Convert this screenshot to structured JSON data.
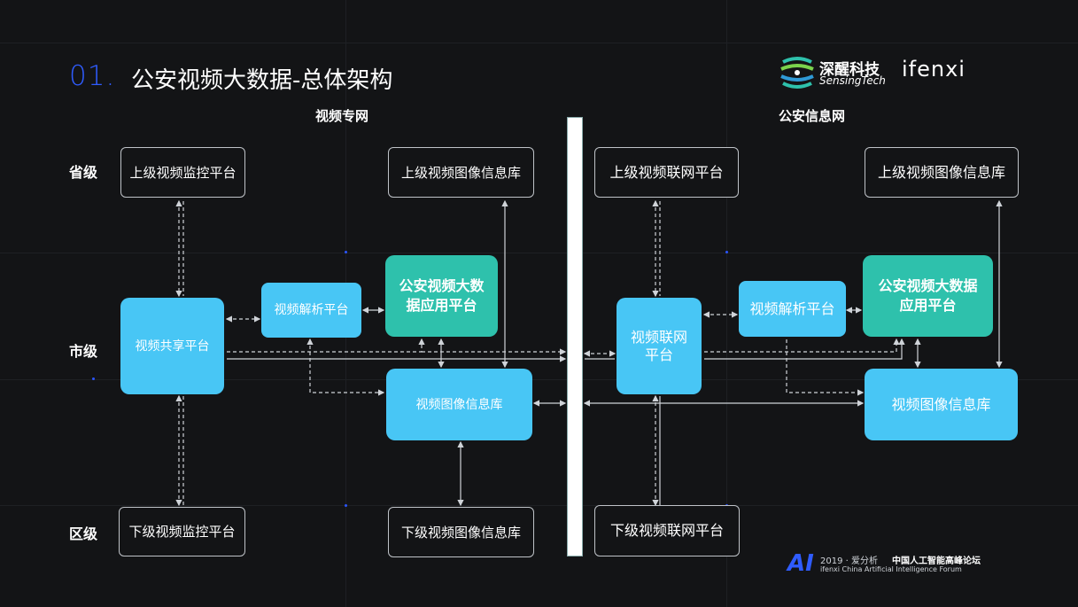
{
  "header": {
    "number": "01.",
    "title": "公安视频大数据-总体架构"
  },
  "logos": {
    "sensing_cn": "深醒科技",
    "sensing_en": "SensingTech",
    "ifenxi": "ifenxi"
  },
  "sections": {
    "left": "视频专网",
    "right": "公安信息网"
  },
  "levels": {
    "province": "省级",
    "city": "市级",
    "district": "区级"
  },
  "left": {
    "upper_monitor": "上级视频监控平台",
    "upper_image_db": "上级视频图像信息库",
    "share_platform": "视频共享平台",
    "parse_platform": "视频解析平台",
    "bigdata_platform": "公安视频大数据应用平台",
    "image_db": "视频图像信息库",
    "lower_monitor": "下级视频监控平台",
    "lower_image_db": "下级视频图像信息库"
  },
  "right": {
    "upper_network": "上级视频联网平台",
    "upper_image_db": "上级视频图像信息库",
    "network_platform": "视频联网平台",
    "parse_platform": "视频解析平台",
    "bigdata_platform": "公安视频大数据应用平台",
    "image_db": "视频图像信息库",
    "lower_network": "下级视频联网平台"
  },
  "footer": {
    "ai": "AI",
    "line1_year": "2019 · 爱分析",
    "line1_forum": "中国人工智能高峰论坛",
    "line2": "ifenxi China Artificial Intelligence Forum"
  },
  "colors": {
    "accent_blue": "#2f5cff",
    "box_blue": "#48c6f5",
    "box_teal": "#2ec1ac"
  }
}
